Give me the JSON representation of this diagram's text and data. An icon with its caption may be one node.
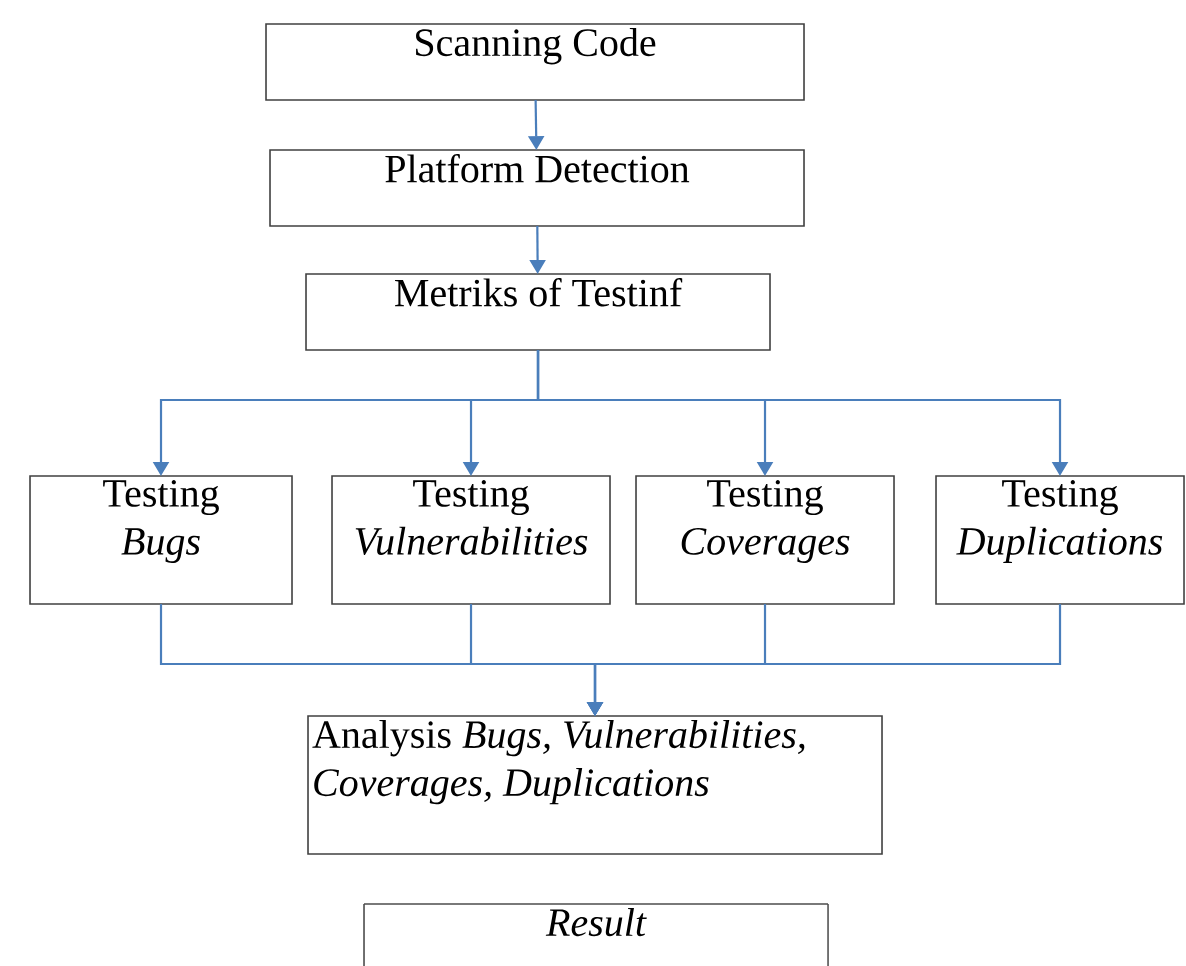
{
  "diagram": {
    "nodes": [
      {
        "text": [
          "Scanning Code"
        ]
      },
      {
        "text": [
          "Platform Detection"
        ]
      },
      {
        "text": [
          "Metriks of Testinf"
        ]
      },
      {
        "text": [
          "Testing *Bugs*"
        ]
      },
      {
        "text": [
          "Testing *Vulnerabilities*"
        ]
      },
      {
        "text": [
          "Testing *Coverages*"
        ]
      },
      {
        "text": [
          "Testing *Duplications*"
        ]
      },
      {
        "text": [
          "Analysis *Bugs, Vulnerabilities, Coverages, Duplications*"
        ]
      },
      {
        "text": [
          "Result"
        ]
      }
    ],
    "edges": [
      {
        "from": 0,
        "to": 1,
        "arrow": "to"
      },
      {
        "from": 1,
        "to": 2,
        "arrow": "to"
      },
      {
        "from": 2,
        "to": 3,
        "arrow": "to"
      },
      {
        "from": 2,
        "to": 4,
        "arrow": "to"
      },
      {
        "from": 2,
        "to": 5,
        "arrow": "to"
      },
      {
        "from": 2,
        "to": 6,
        "arrow": "to"
      },
      {
        "from": 3,
        "to": 7,
        "arrow": "to"
      },
      {
        "from": 4,
        "to": 7,
        "arrow": "to"
      },
      {
        "from": 5,
        "to": 7,
        "arrow": "to"
      },
      {
        "from": 6,
        "to": 7,
        "arrow": "to"
      }
    ]
  }
}
